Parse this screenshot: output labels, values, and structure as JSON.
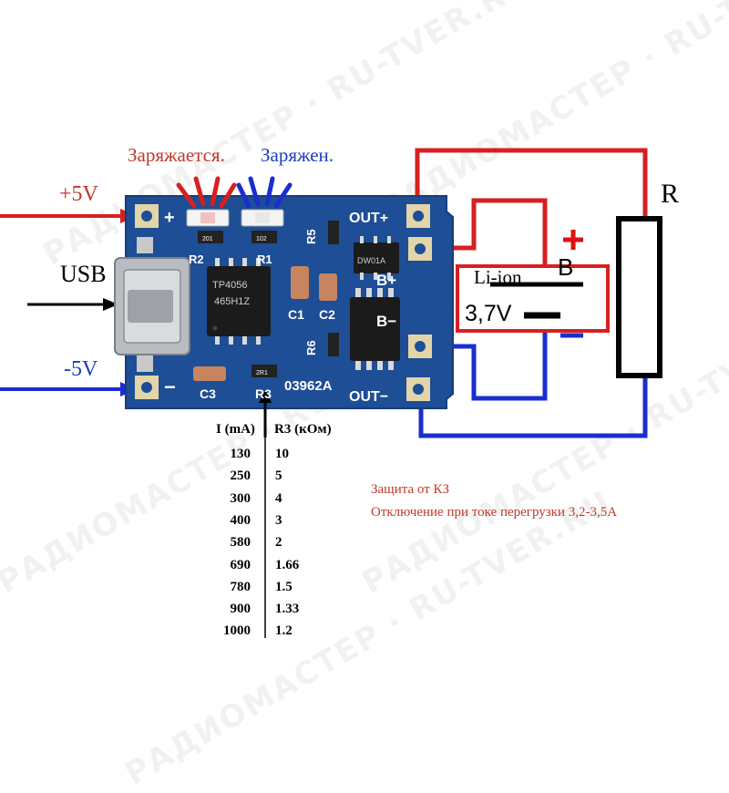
{
  "watermark": "РАДИОМАСТЕР · RU-TVER.RU",
  "labels": {
    "plus5v": "+5V",
    "minus5v": "-5V",
    "usb": "USB",
    "charging": "Заряжается.",
    "charged": "Заряжен.",
    "resistor": "R",
    "battery_letter": "B",
    "battery_type": "Li-ion",
    "battery_voltage": "3,7V",
    "protection_line1": "Защита от КЗ",
    "protection_line2": "Отключение при токе перегрузки 3,2-3,5А"
  },
  "pcb": {
    "plus": "+",
    "minus": "−",
    "out_plus": "OUT+",
    "b_plus": "B+",
    "b_minus": "B−",
    "out_minus": "OUT−",
    "r2": "R2",
    "r1": "R1",
    "r5": "R5",
    "r6": "R6",
    "r3": "R3",
    "c1": "C1",
    "c2": "C2",
    "c3": "C3",
    "chip1_line1": "TP4056",
    "chip1_line2": "465H1Z",
    "chip2": "DW01A",
    "board_code": "03962A",
    "res_201": "201",
    "res_102": "102",
    "res_2r1": "2R1"
  },
  "table": {
    "col_current": "I (mA)",
    "col_r3": "R3 (кОм)",
    "rows": [
      {
        "i": "130",
        "r": "10"
      },
      {
        "i": "250",
        "r": "5"
      },
      {
        "i": "300",
        "r": "4"
      },
      {
        "i": "400",
        "r": "3"
      },
      {
        "i": "580",
        "r": "2"
      },
      {
        "i": "690",
        "r": "1.66"
      },
      {
        "i": "780",
        "r": "1.5"
      },
      {
        "i": "900",
        "r": "1.33"
      },
      {
        "i": "1000",
        "r": "1.2"
      }
    ]
  },
  "colors": {
    "pcb": "#1d4e96",
    "wire_red": "#d62020",
    "wire_blue": "#1a2ed0",
    "text_red": "#c0392b",
    "text_blue": "#1a3fc0"
  }
}
